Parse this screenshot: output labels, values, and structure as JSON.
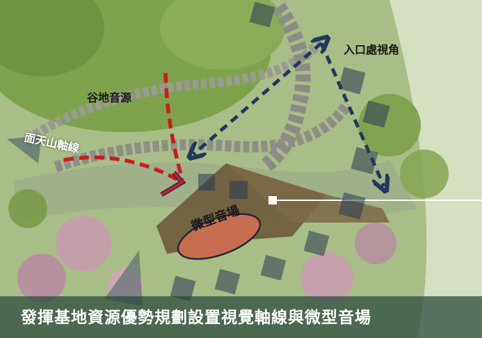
{
  "labels": {
    "entrance_view": "入口處視角",
    "valley_sound": "谷地音源",
    "sky_mountain_axis": "面天山軸線",
    "micro_stage": "微型音場"
  },
  "caption": "發揮基地資源優勢規劃設置視覺軸線與微型音場",
  "colors": {
    "view_arrow": "#1f3a5a",
    "sound_arrow": "#c81e1e",
    "stage_roof": "#6b5a3a",
    "stage_ellipse": "#c86e50",
    "caption_bg": "#2c4a40"
  }
}
